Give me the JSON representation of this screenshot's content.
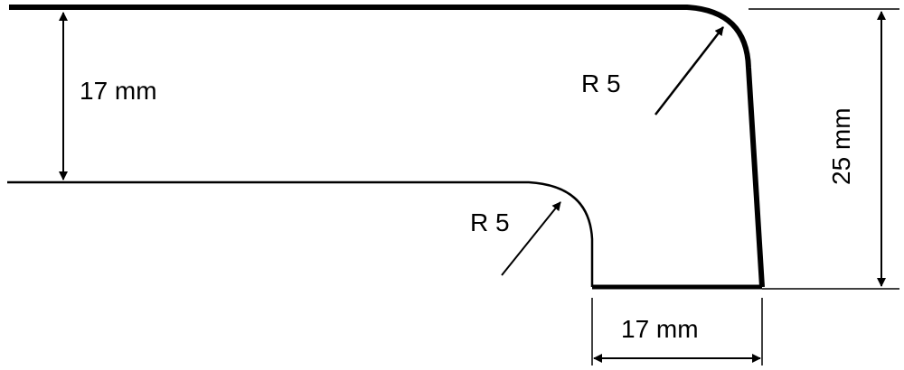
{
  "diagram": {
    "labels": {
      "left_height": "17 mm",
      "total_height": "25 mm",
      "bottom_width": "17 mm",
      "top_radius": "R 5",
      "inner_radius": "R 5"
    },
    "colors": {
      "line": "#000000",
      "background": "#ffffff"
    }
  }
}
